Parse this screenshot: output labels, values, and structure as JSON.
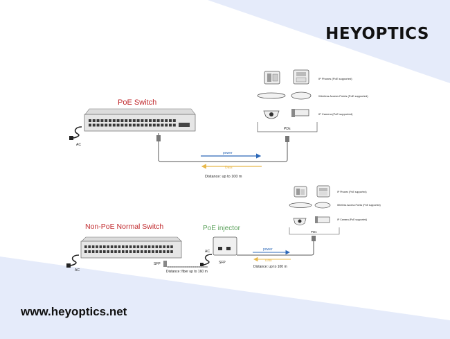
{
  "brand": "HEYOPTICS",
  "website": "www.heyoptics.net",
  "top": {
    "title": "PoE Switch",
    "ac": "AC",
    "power": "power",
    "data": "Data",
    "distance": "Distance: up to 100 m",
    "pds_label": "PDs",
    "pd_ip_phones": "IP Phones (PoE supported)",
    "pd_wap": "Wireless Access Points (PoE supported)",
    "pd_camera": "IP Camera (PoE supported)"
  },
  "bottom": {
    "title": "Non-PoE Normal Switch",
    "injector": "PoE injector",
    "ac_switch": "AC",
    "ac_injector": "AC",
    "sfp_switch": "SFP",
    "sfp_injector": "SFP",
    "fiber_distance": "Distance: fiber up to 160 m",
    "power": "power",
    "data": "Data",
    "distance": "Distance: up to 100 m",
    "pds_label": "PDs",
    "pd_ip_phones": "IP Phones (PoE supported)",
    "pd_wap": "Wireless Access Points (PoE supported)",
    "pd_camera": "IP Camera (PoE supported)"
  },
  "colors": {
    "title_red": "#c0282c",
    "injector_green": "#5aa05a",
    "power_blue": "#2c68b8",
    "data_yellow": "#e8b84a",
    "band_blue": "#e5ebfa"
  }
}
